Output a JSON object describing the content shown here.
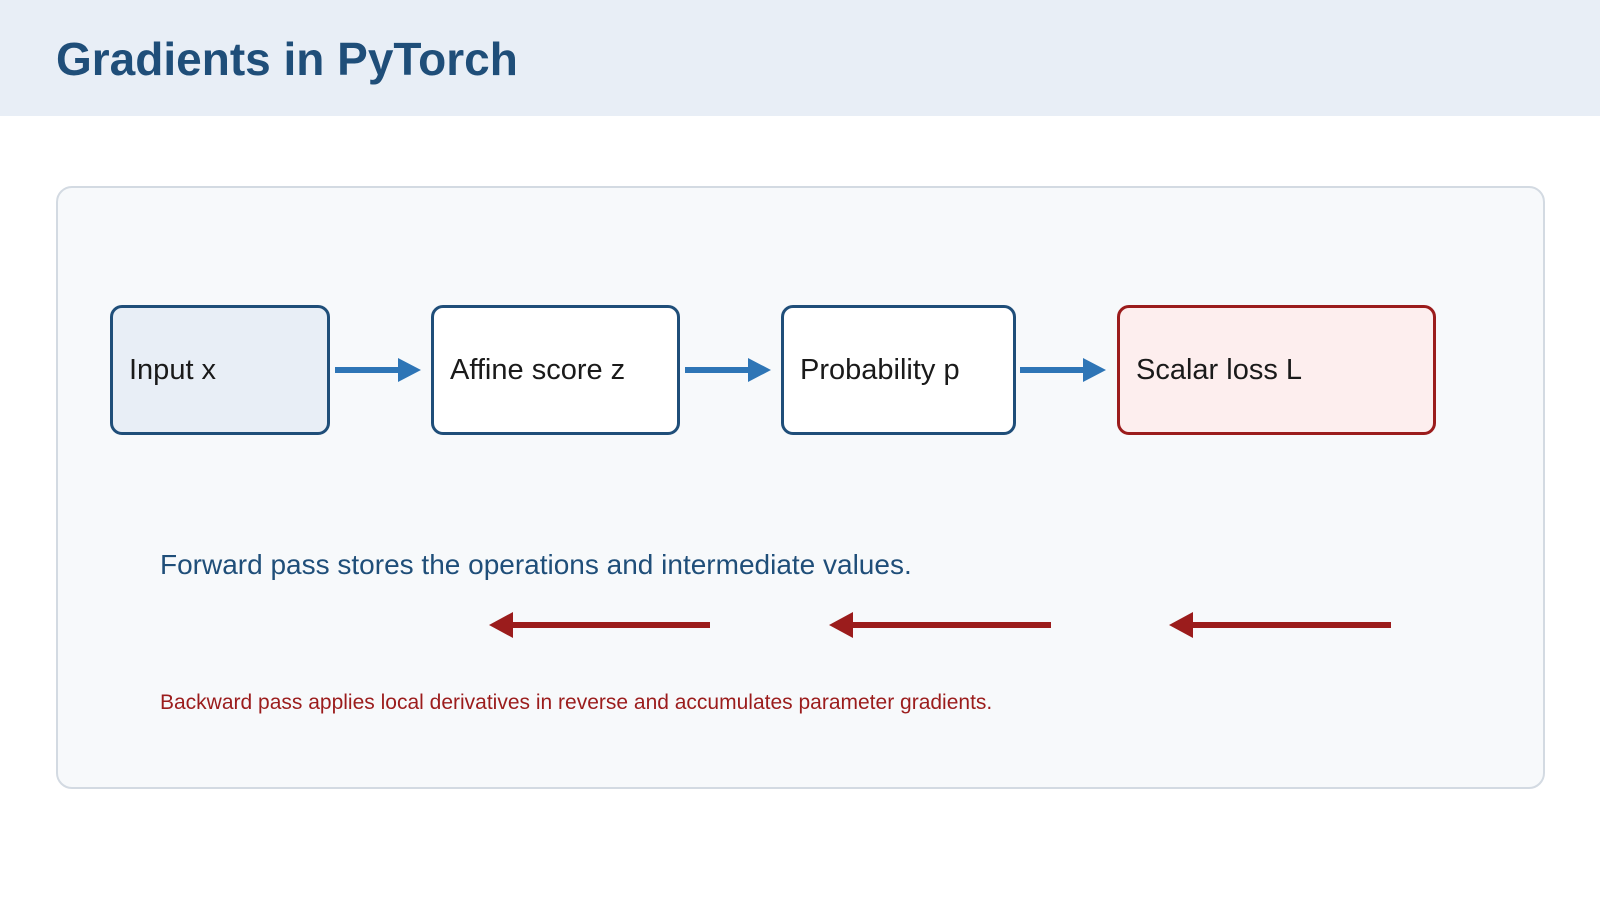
{
  "title": "Gradients in PyTorch",
  "nodes": [
    {
      "id": "input",
      "label": "Input x"
    },
    {
      "id": "affine",
      "label": "Affine score z"
    },
    {
      "id": "probability",
      "label": "Probability p"
    },
    {
      "id": "loss",
      "label": "Scalar loss L"
    }
  ],
  "forward_caption": "Forward pass stores the operations and intermediate values.",
  "backward_caption": "Backward pass applies local derivatives in reverse and accumulates parameter gradients.",
  "colors": {
    "header_background": "#e8eef6",
    "title": "#1f4e79",
    "node_border": "#1f4e79",
    "forward_arrow": "#2e75b6",
    "backward_arrow": "#9b1c1c",
    "loss_background": "#fdeeee",
    "input_background": "#e8eef6"
  }
}
